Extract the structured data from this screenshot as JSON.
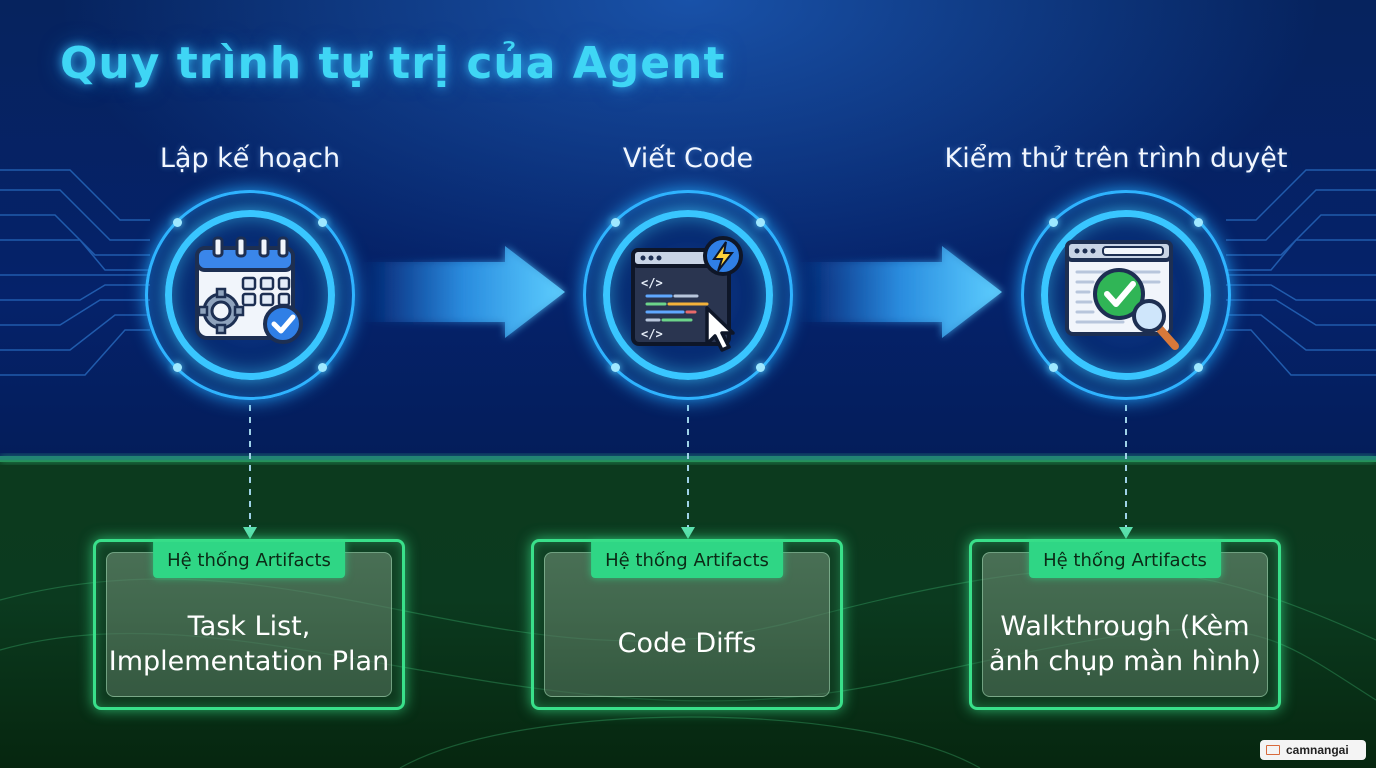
{
  "title": "Quy trình tự trị của Agent",
  "steps": [
    {
      "label": "Lập kế hoạch",
      "icon": "calendar-gear-check-icon",
      "artifact_tag": "Hệ thống Artifacts",
      "artifact_text": "Task List,\nImplementation Plan"
    },
    {
      "label": "Viết Code",
      "icon": "code-editor-lightning-cursor-icon",
      "artifact_tag": "Hệ thống Artifacts",
      "artifact_text": "Code Diffs"
    },
    {
      "label": "Kiểm thử trên trình duyệt",
      "icon": "browser-check-magnifier-icon",
      "artifact_tag": "Hệ thống Artifacts",
      "artifact_text": "Walkthrough (Kèm\nảnh chụp màn hình)"
    }
  ],
  "watermark": "camnangai",
  "colors": {
    "title": "#3fd6f5",
    "ring": "#39c6ff",
    "arrow": "#3ab8ff",
    "card_border": "#39e08a",
    "tag_bg": "#2fd685",
    "top_bg": "#06235e",
    "bottom_bg": "#0b3a1f"
  }
}
